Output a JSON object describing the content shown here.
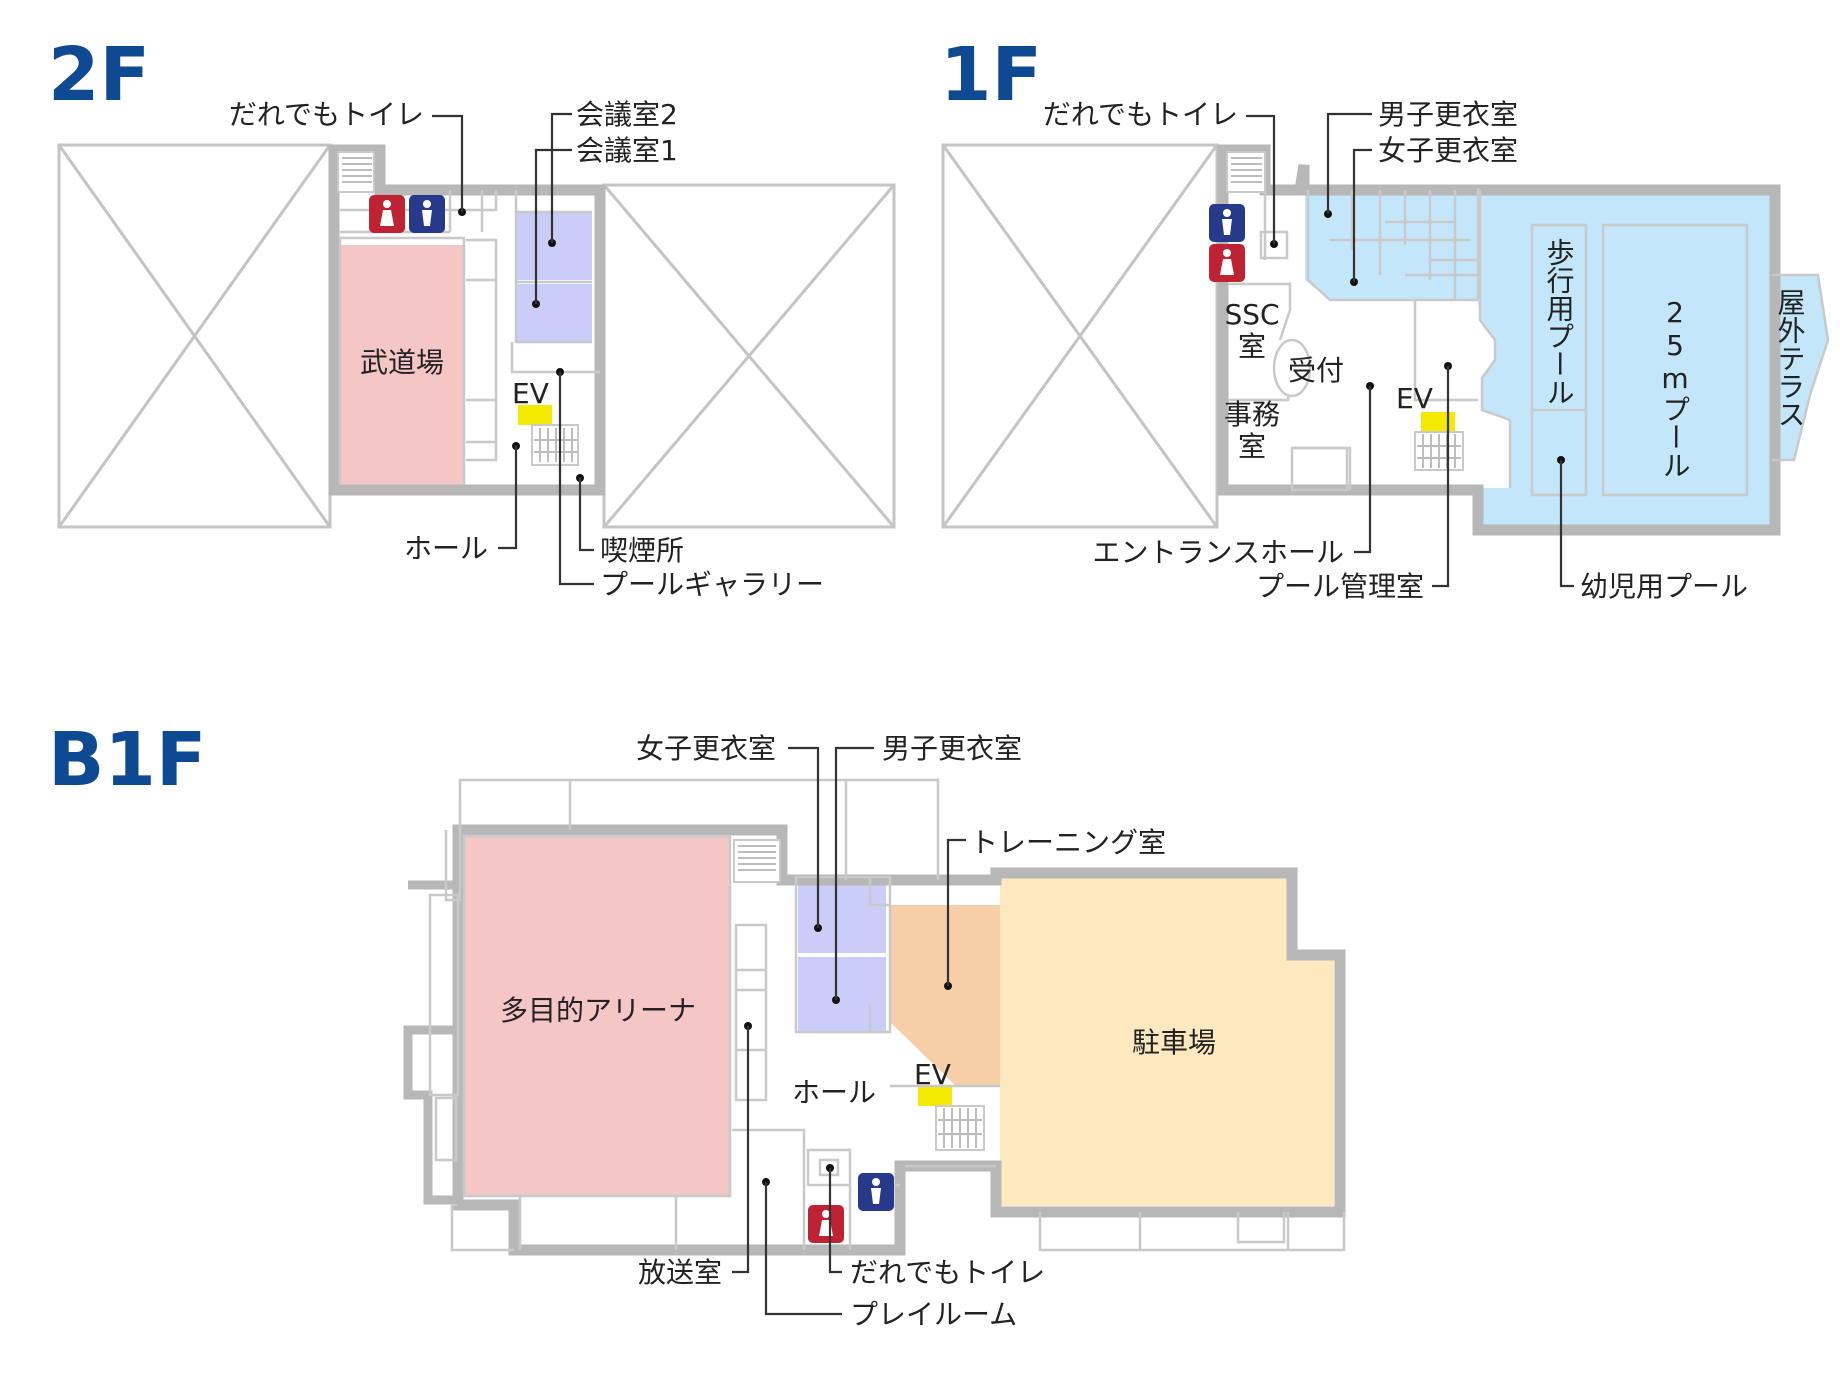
{
  "floors": {
    "f2": {
      "label": "2F",
      "rooms": {
        "budojo": "武道場",
        "ev": "EV"
      },
      "callouts": {
        "toilet": "だれでもトイレ",
        "meeting2": "会議室2",
        "meeting1": "会議室1",
        "hall": "ホール",
        "smoking": "喫煙所",
        "gallery": "プールギャラリー"
      }
    },
    "f1": {
      "label": "1F",
      "rooms": {
        "ssc": "SSC",
        "ssc2": "室",
        "reception": "受付",
        "office": "事務",
        "office2": "室",
        "ev": "EV",
        "walk_pool": "歩行用プール",
        "pool25": "25mプール",
        "terrace": "屋外テラス"
      },
      "callouts": {
        "toilet": "だれでもトイレ",
        "men_locker": "男子更衣室",
        "women_locker": "女子更衣室",
        "entrance": "エントランスホール",
        "pool_mgmt": "プール管理室",
        "kids_pool": "幼児用プール"
      }
    },
    "b1": {
      "label": "B1F",
      "rooms": {
        "arena": "多目的アリーナ",
        "parking": "駐車場",
        "hall": "ホール",
        "ev": "EV"
      },
      "callouts": {
        "women_locker": "女子更衣室",
        "men_locker": "男子更衣室",
        "training": "トレーニング室",
        "broadcast": "放送室",
        "toilet": "だれでもトイレ",
        "playroom": "プレイルーム"
      }
    }
  },
  "colors": {
    "title": "#0d4a92",
    "budojo": "#f5c6c6",
    "meeting": "#c9cdf7",
    "pool": "#c4e6fb",
    "training": "#f6cfa9",
    "parking": "#fde8bf",
    "ev": "#f4e900",
    "toilet_female": "#bf2233",
    "toilet_male": "#27398a",
    "wall": "#b7b7b7"
  },
  "icons": {
    "toilet_female": "female-toilet-icon",
    "toilet_male": "male-toilet-icon",
    "void": "void-cross-icon",
    "stairs": "stairs-icon"
  }
}
